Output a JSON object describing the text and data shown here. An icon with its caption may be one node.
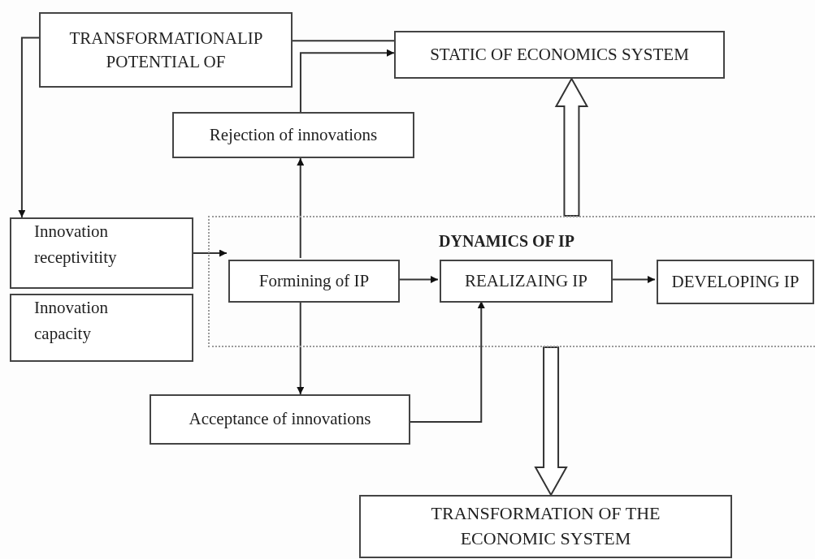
{
  "diagram": {
    "nodes": [
      {
        "text": [
          "TRANSFORMATIONALIP POTENTIAL OF"
        ]
      },
      {
        "text": [
          "STATIC OF ECONOMICS SYSTEM"
        ]
      },
      {
        "text": [
          "Rejection of innovations"
        ]
      },
      {
        "text": [
          "Innovation receptivitity"
        ]
      },
      {
        "text": [
          "Innovation capacity"
        ]
      },
      {
        "text": [
          "DYNAMICS OF IP"
        ]
      },
      {
        "text": [
          "Formining of IP"
        ],
        "in": 5
      },
      {
        "text": [
          "REALIZAING IP"
        ],
        "in": 5
      },
      {
        "text": [
          "DEVELOPING IP"
        ],
        "in": 5
      },
      {
        "text": [
          "Acceptance of innovations"
        ]
      },
      {
        "text": [
          "TRANSFORMATION OF THE ECONOMIC SYSTEM"
        ]
      }
    ],
    "edges": [
      {
        "from": 0,
        "to": 1,
        "arrow": "none"
      },
      {
        "from": 0,
        "to": 3,
        "arrow": "to"
      },
      {
        "from": 2,
        "to": 1,
        "arrow": "to"
      },
      {
        "from": 6,
        "to": 2,
        "arrow": "to"
      },
      {
        "from": 6,
        "to": 9,
        "arrow": "to"
      },
      {
        "from": 3,
        "to": 6,
        "arrow": "to"
      },
      {
        "from": 6,
        "to": 7,
        "arrow": "to"
      },
      {
        "from": 7,
        "to": 8,
        "arrow": "to"
      },
      {
        "from": 9,
        "to": 7,
        "arrow": "to"
      },
      {
        "from": 5,
        "to": 1,
        "arrow": "to",
        "style": "thick"
      },
      {
        "from": 5,
        "to": 10,
        "arrow": "to",
        "style": "thick"
      }
    ]
  }
}
